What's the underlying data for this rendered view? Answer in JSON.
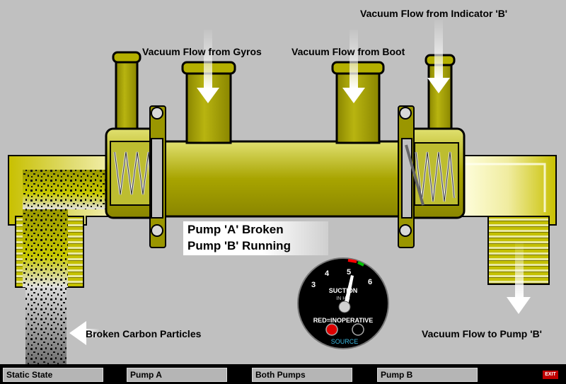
{
  "labels": {
    "gyros": "Vacuum Flow from Gyros",
    "boot": "Vacuum Flow from Boot",
    "indicator_b": "Vacuum Flow from Indicator 'B'",
    "to_pump_b": "Vacuum Flow to Pump 'B'",
    "carbon": "Broken Carbon Particles"
  },
  "status": {
    "line1": "Pump 'A' Broken",
    "line2": "Pump 'B' Running"
  },
  "gauge": {
    "ticks": [
      "3",
      "4",
      "5",
      "6"
    ],
    "title": "SUCTION",
    "unit": "IN HG",
    "legend": "RED=INOPERATIVE",
    "source": "SOURCE",
    "left_source_state": "inoperative",
    "right_source_state": "operative"
  },
  "buttons": [
    "Static State",
    "Pump A",
    "Both Pumps",
    "Pump B"
  ],
  "exit": "EXIT",
  "colors": {
    "background": "#c0c0c0",
    "brass": "#a8a400",
    "brass_light": "#d8d84a",
    "outline": "#000000",
    "source_inoperative": "#dd0000"
  }
}
